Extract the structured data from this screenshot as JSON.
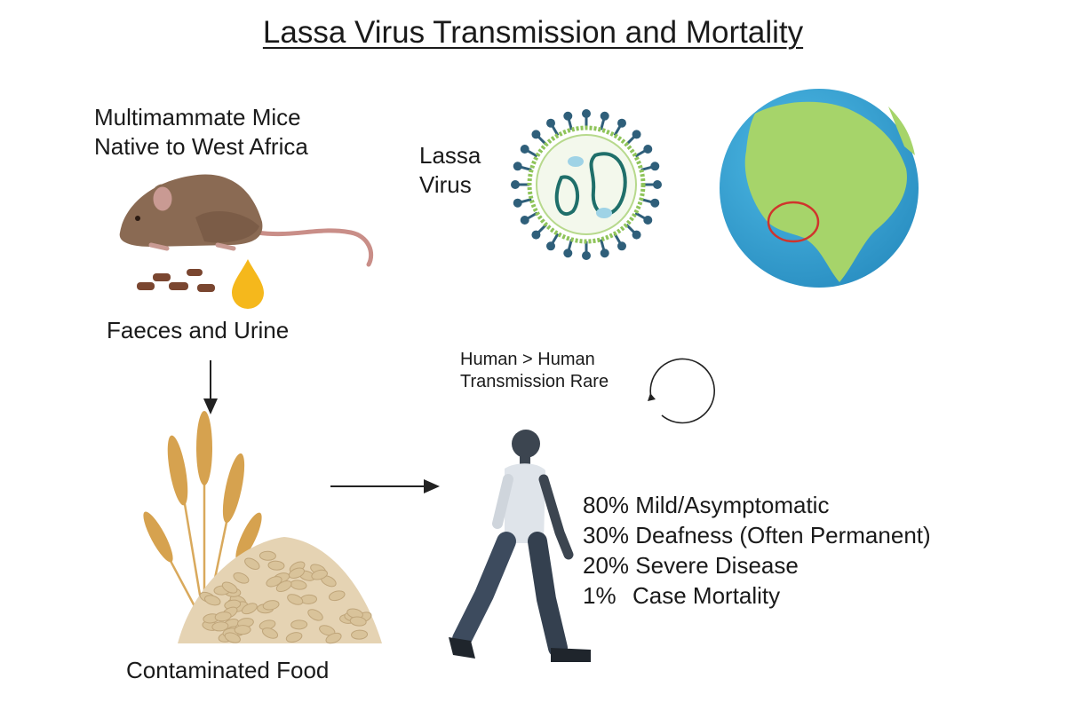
{
  "title": "Lassa Virus Transmission and Mortality",
  "labels": {
    "mice_line1": "Multimammate Mice",
    "mice_line2": "Native to West Africa",
    "virus_line1": "Lassa",
    "virus_line2": "Virus",
    "excreta": "Faeces and Urine",
    "food": "Contaminated Food",
    "h2h_line1": "Human > Human",
    "h2h_line2": "Transmission Rare"
  },
  "outcomes": [
    {
      "percent": "80%",
      "text": "Mild/Asymptomatic"
    },
    {
      "percent": "30%",
      "text": "Deafness (Often Permanent)"
    },
    {
      "percent": "20%",
      "text": "Severe Disease"
    },
    {
      "percent": "1%",
      "text": "Case Mortality"
    }
  ],
  "colors": {
    "mouse": "#8a6a53",
    "urine": "#f5b81c",
    "virus_spike": "#2f5f7a",
    "ocean": "#3aa9d8",
    "land": "#a6d46a",
    "region_circle": "#d0342c",
    "person_shirt": "#dfe4ea",
    "person_pants": "#3d4b5e"
  }
}
